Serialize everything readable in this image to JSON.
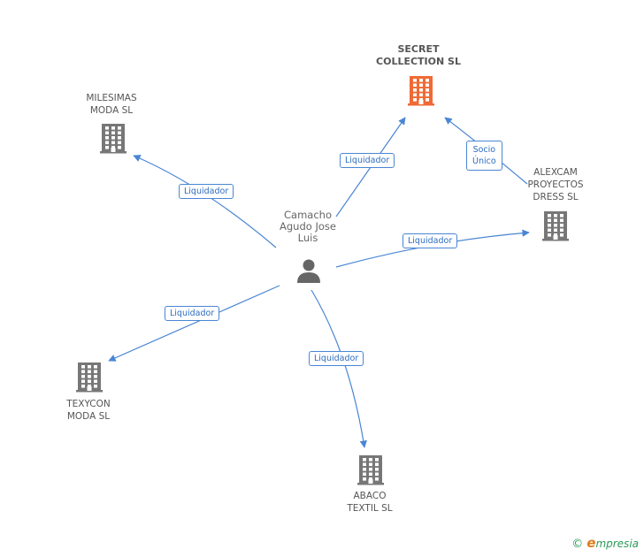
{
  "colors": {
    "company": "#777777",
    "focus_company": "#f06a35",
    "edge": "#4a86d4",
    "person": "#666666"
  },
  "person": {
    "name_lines": [
      "Camacho",
      "Agudo Jose",
      "Luis"
    ],
    "icon": "person-icon"
  },
  "companies": [
    {
      "id": "secret",
      "name_lines": [
        "SECRET",
        "COLLECTION SL"
      ],
      "focus": true,
      "icon": "building-icon"
    },
    {
      "id": "milesimas",
      "name_lines": [
        "MILESIMAS",
        "MODA SL"
      ],
      "icon": "building-icon"
    },
    {
      "id": "alexcam",
      "name_lines": [
        "ALEXCAM",
        "PROYECTOS",
        "DRESS SL"
      ],
      "icon": "building-icon"
    },
    {
      "id": "texycon",
      "name_lines": [
        "TEXYCON",
        "MODA SL"
      ],
      "icon": "building-icon"
    },
    {
      "id": "abaco",
      "name_lines": [
        "ABACO",
        "TEXTIL SL"
      ],
      "icon": "building-icon"
    }
  ],
  "edges": [
    {
      "from": "person",
      "to": "secret",
      "label_lines": [
        "Liquidador"
      ]
    },
    {
      "from": "person",
      "to": "milesimas",
      "label_lines": [
        "Liquidador"
      ]
    },
    {
      "from": "person",
      "to": "alexcam",
      "label_lines": [
        "Liquidador"
      ]
    },
    {
      "from": "person",
      "to": "texycon",
      "label_lines": [
        "Liquidador"
      ]
    },
    {
      "from": "person",
      "to": "abaco",
      "label_lines": [
        "Liquidador"
      ]
    },
    {
      "from": "alexcam",
      "to": "secret",
      "label_lines": [
        "Socio",
        "Único"
      ]
    }
  ],
  "footer": {
    "copyright": "©",
    "brand_initial": "e",
    "brand_rest": "mpresia"
  }
}
